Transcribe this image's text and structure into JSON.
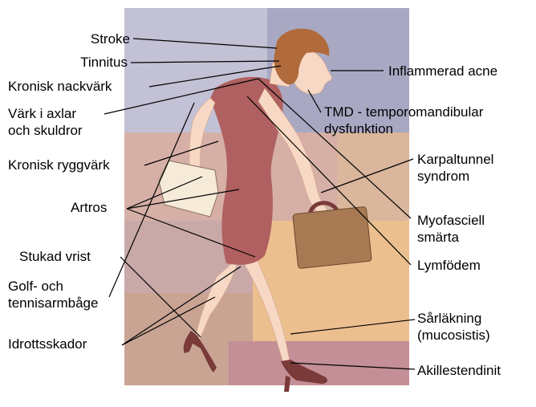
{
  "colors": {
    "panel_top_left": "#c2c1d6",
    "panel_top_right": "#a9a8c3",
    "panel_mid": "#d6b0a6",
    "panel_right_mid": "#d9b69c",
    "panel_left_low": "#c9a8a8",
    "panel_bottom_left": "#c9a493",
    "panel_bottom_right": "#ecbf8f",
    "panel_bottom_pink": "#c48f96",
    "dress": "#b06060",
    "skin": "#f7d8c4",
    "hair": "#b06a3c",
    "shoe": "#7a3a3a",
    "briefcase": "#a77a53"
  },
  "labels": {
    "left": [
      {
        "key": "stroke",
        "text": "Stroke"
      },
      {
        "key": "tinnitus",
        "text": "Tinnitus"
      },
      {
        "key": "neck",
        "text": "Kronisk nackvärk"
      },
      {
        "key": "shoulders",
        "text": "Värk i axlar\noch skuldror"
      },
      {
        "key": "back",
        "text": "Kronisk ryggvärk"
      },
      {
        "key": "arthrosis",
        "text": "Artros"
      },
      {
        "key": "sprain",
        "text": "Stukad vrist"
      },
      {
        "key": "elbow",
        "text": "Golf- och\ntennisarmbåge"
      },
      {
        "key": "sports",
        "text": "Idrottsskador"
      }
    ],
    "right": [
      {
        "key": "acne",
        "text": "Inflammerad acne"
      },
      {
        "key": "tmd",
        "text": "TMD - temporomandibular\ndysfunktion"
      },
      {
        "key": "carpal",
        "text": "Karpaltunnel\nsyndrom"
      },
      {
        "key": "myofascial",
        "text": "Myofasciell\nsmärta"
      },
      {
        "key": "lymph",
        "text": "Lymfödem"
      },
      {
        "key": "wound",
        "text": "Sårläkning\n(mucosistis)"
      },
      {
        "key": "achilles",
        "text": "Akillestendinit"
      }
    ]
  }
}
